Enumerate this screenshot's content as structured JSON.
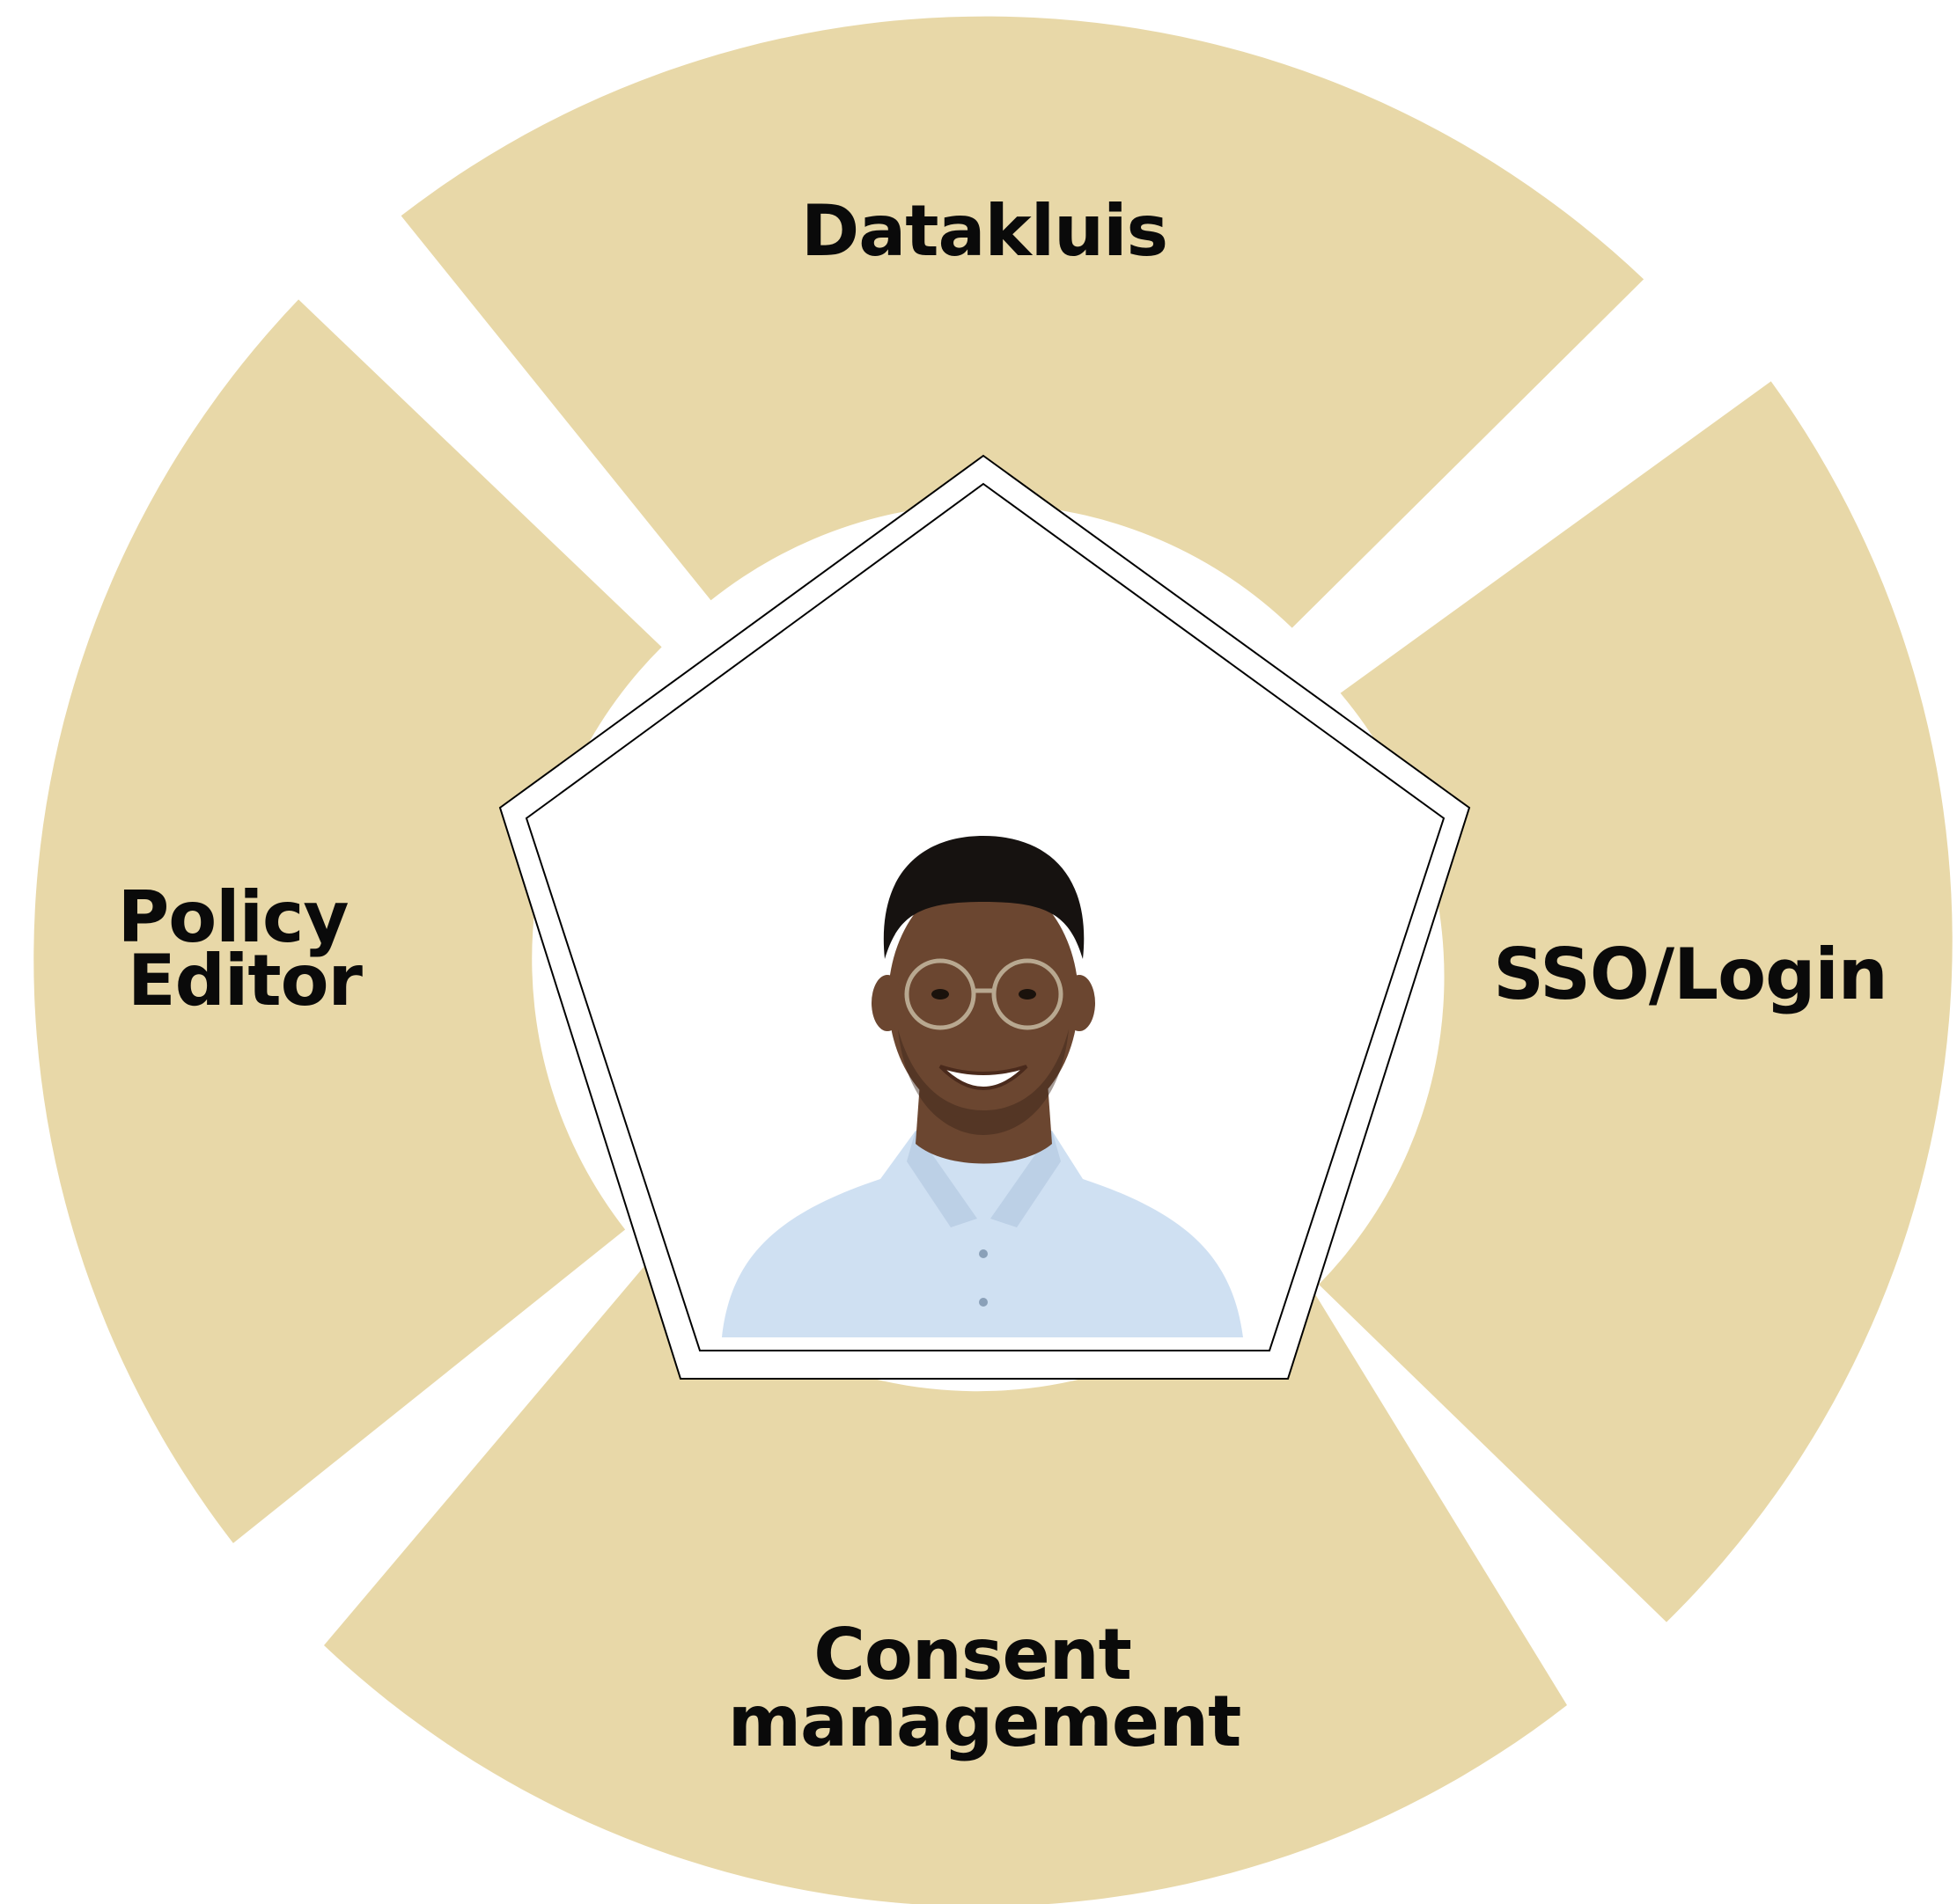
{
  "diagram": {
    "segment_color": "#e8d8a8",
    "center_fill": "#ffffff",
    "outline_color": "#000000",
    "segments": [
      {
        "id": "datakluis",
        "lines": [
          "Datakluis"
        ]
      },
      {
        "id": "sso-login",
        "lines": [
          "SSO/Login"
        ]
      },
      {
        "id": "consent-management",
        "lines": [
          "Consent",
          "management"
        ]
      },
      {
        "id": "policy-editor",
        "lines": [
          "Policy",
          "Editor"
        ]
      }
    ],
    "center": {
      "portrait": "smiling-man-with-glasses-portrait",
      "shirt_color": "#cfe0f2",
      "skin_color": "#6b4630",
      "hair_color": "#161210"
    }
  }
}
